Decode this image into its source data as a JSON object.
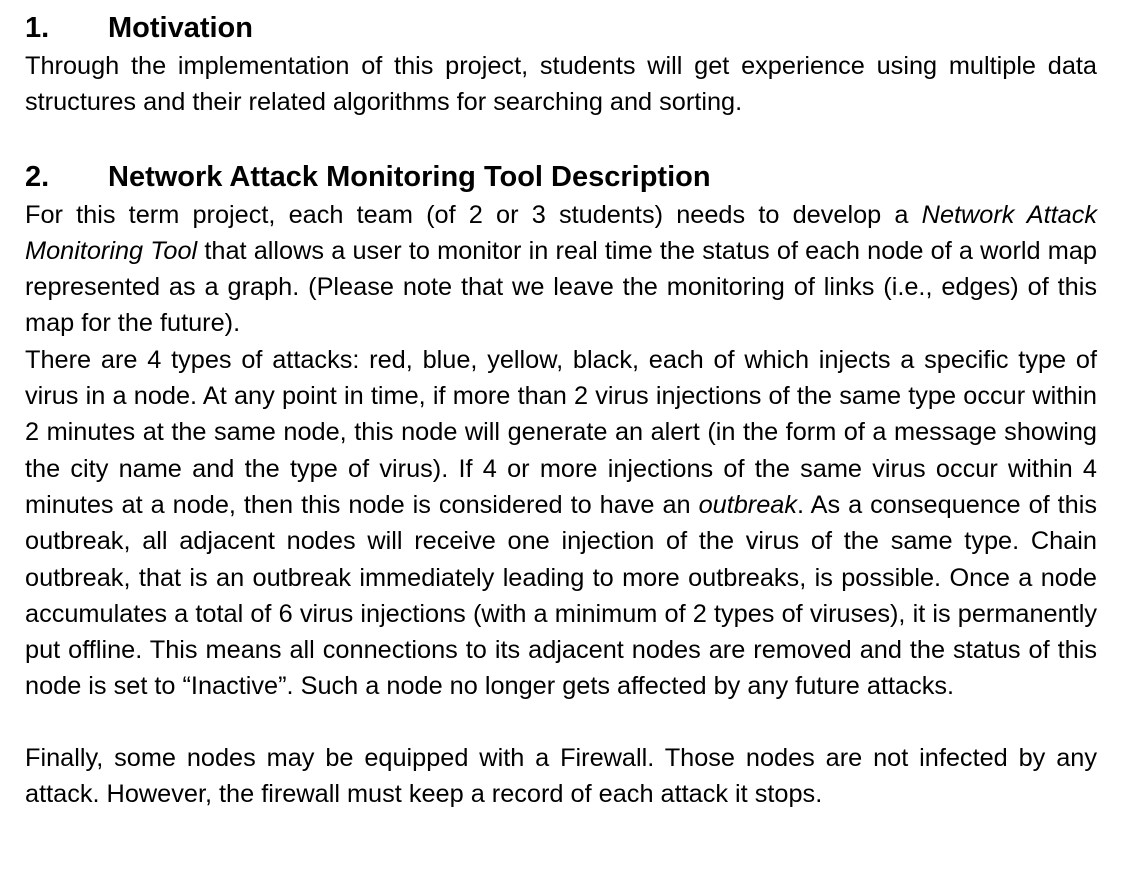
{
  "sections": [
    {
      "number": "1.",
      "title": "Motivation",
      "paragraphs": [
        {
          "text": "Through the implementation of this project, students will get experience using multiple data structures and their related algorithms for searching and sorting."
        }
      ]
    },
    {
      "number": "2.",
      "title": "Network Attack Monitoring Tool Description",
      "intro": {
        "before": "For this term project, each team (of 2 or 3 students) needs to develop a ",
        "italic": "Network Attack Monitoring Tool",
        "after": " that allows a user to monitor in real time the status of each node of a world map represented as a graph. (Please note that we leave the monitoring of links (i.e., edges) of this map for the future)."
      },
      "attacks": {
        "before": "There are 4 types of attacks: red, blue, yellow, black, each of which injects a specific type of virus in a node. At any point in time, if more than 2 virus injections of the same type occur within 2 minutes at the same node, this node will generate an alert (in the form of a message showing the city name and the type of virus). If 4 or more injections of the same virus occur within 4 minutes at a node, then this node is considered to have an ",
        "italic": "outbreak",
        "after": ". As a consequence of this outbreak, all adjacent nodes will receive one injection of the virus of the same type. Chain outbreak, that is an outbreak immediately leading to more outbreaks, is possible. Once a node accumulates a total of 6 virus injections (with a minimum of 2 types of viruses), it is permanently put offline. This means all connections to its adjacent nodes are removed and the status of this node is set to “Inactive”. Such a node no longer gets affected by any future attacks."
      },
      "firewall": "Finally, some nodes may be equipped with a Firewall. Those nodes are not infected by any attack. However, the firewall must keep a record of each attack it stops."
    }
  ]
}
